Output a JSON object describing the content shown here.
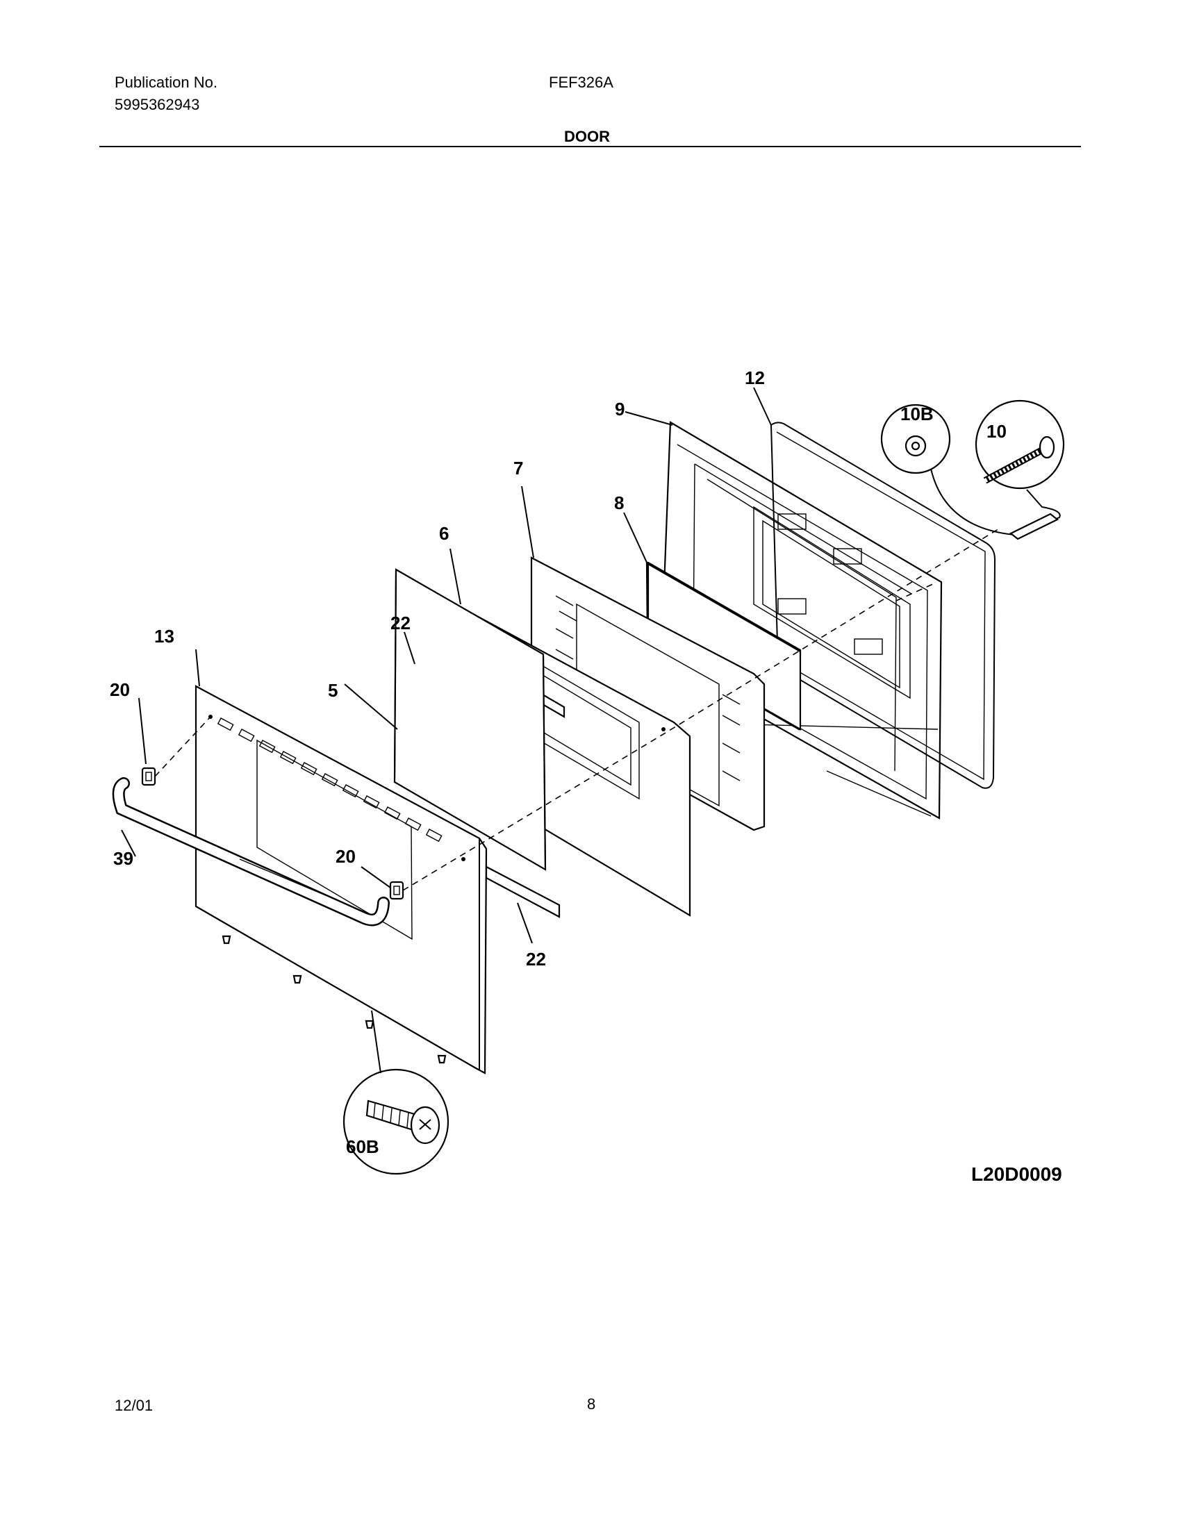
{
  "header": {
    "publication_label": "Publication No.",
    "publication_number": "5995362943",
    "model": "FEF326A",
    "section_title": "DOOR"
  },
  "diagram": {
    "code": "L20D0009",
    "callouts": {
      "c12": "12",
      "c9": "9",
      "c10b": "10B",
      "c10": "10",
      "c7": "7",
      "c8": "8",
      "c6": "6",
      "c22a": "22",
      "c13": "13",
      "c20a": "20",
      "c5": "5",
      "c39": "39",
      "c20b": "20",
      "c22b": "22",
      "c60b": "60B"
    }
  },
  "footer": {
    "date": "12/01",
    "page": "8"
  }
}
